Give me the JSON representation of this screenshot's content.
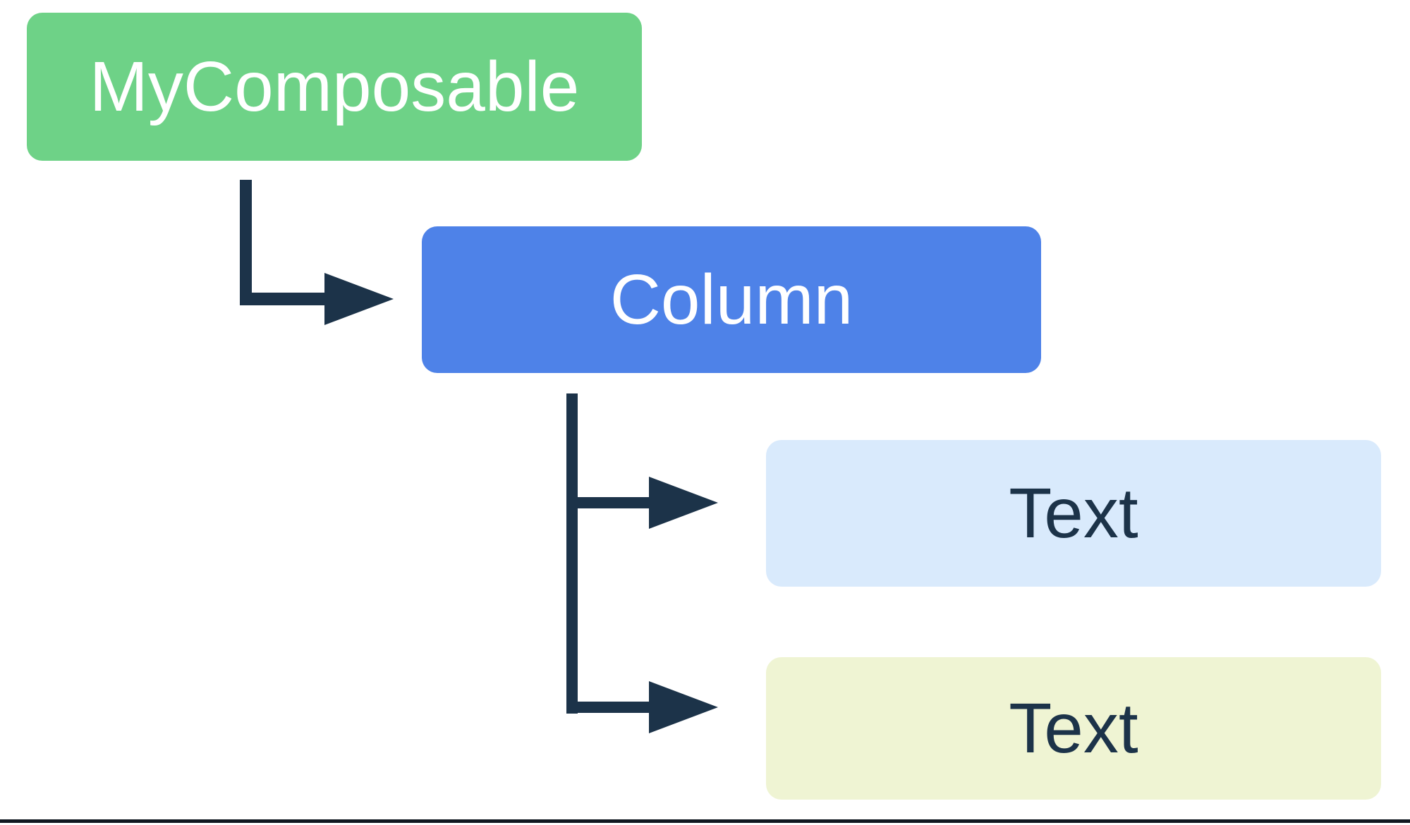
{
  "diagram": {
    "background": "#FFFFFF",
    "connector_color": "#1C3349",
    "bottom_border_color": "#101820",
    "nodes": [
      {
        "id": "my-composable",
        "label": "MyComposable",
        "bg": "#6ED287",
        "text_color": "#FFFFFF"
      },
      {
        "id": "column",
        "label": "Column",
        "bg": "#4E82E8",
        "text_color": "#FFFFFF"
      },
      {
        "id": "text-1",
        "label": "Text",
        "bg": "#D9EAFC",
        "text_color": "#1C3349"
      },
      {
        "id": "text-2",
        "label": "Text",
        "bg": "#EFF4D3",
        "text_color": "#1C3349"
      }
    ],
    "edges": [
      {
        "from": "my-composable",
        "to": "column"
      },
      {
        "from": "column",
        "to": "text-1"
      },
      {
        "from": "column",
        "to": "text-2"
      }
    ]
  }
}
